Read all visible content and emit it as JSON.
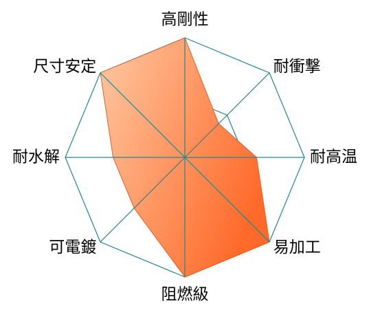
{
  "chart_data": {
    "type": "radar",
    "categories": [
      "高剛性",
      "耐衝撃",
      "耐高温",
      "易加工",
      "阻燃級",
      "可電鍍",
      "耐水解",
      "尺寸安定"
    ],
    "values": [
      5,
      2,
      3,
      5,
      5,
      3,
      3,
      5
    ],
    "rmax": 5,
    "rings": 2,
    "grid": true,
    "colors": {
      "grid": "#1f8a8a",
      "fill_from": "#ffc9a3",
      "fill_to": "#ff6a2a",
      "stroke": "#e0602a"
    }
  }
}
